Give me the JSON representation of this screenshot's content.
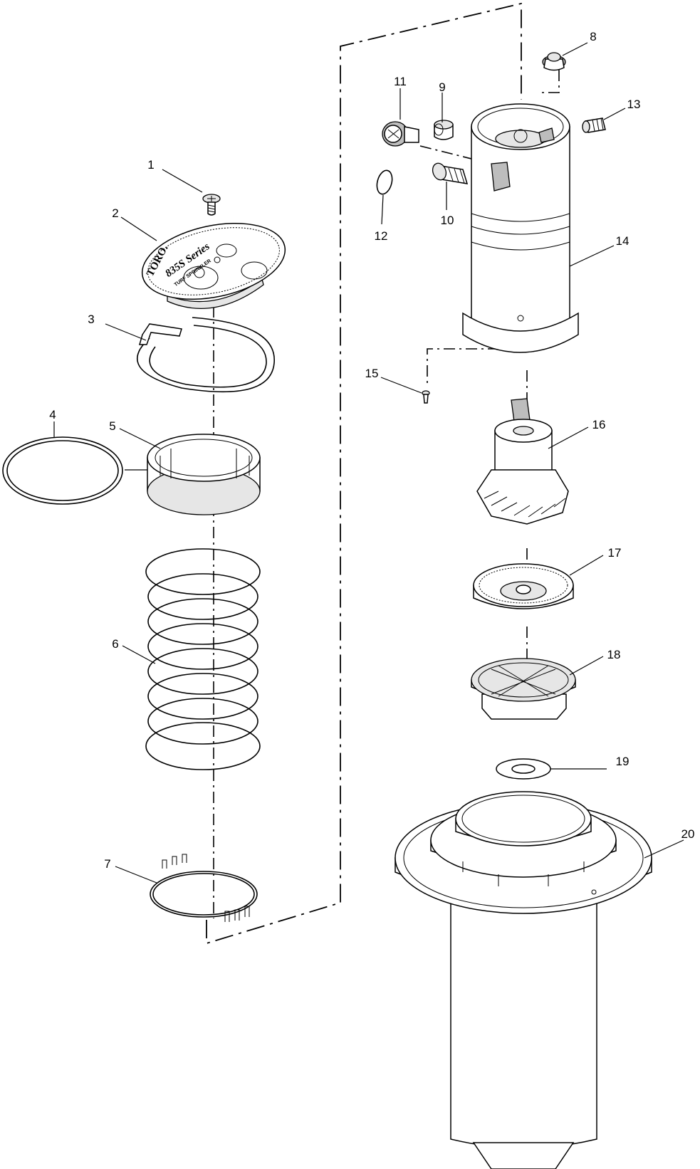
{
  "diagram": {
    "callouts": [
      {
        "id": "callout-1",
        "label": "1"
      },
      {
        "id": "callout-2",
        "label": "2"
      },
      {
        "id": "callout-3",
        "label": "3"
      },
      {
        "id": "callout-4",
        "label": "4"
      },
      {
        "id": "callout-5",
        "label": "5"
      },
      {
        "id": "callout-6",
        "label": "6"
      },
      {
        "id": "callout-7",
        "label": "7"
      },
      {
        "id": "callout-8",
        "label": "8"
      },
      {
        "id": "callout-9",
        "label": "9"
      },
      {
        "id": "callout-10",
        "label": "10"
      },
      {
        "id": "callout-11",
        "label": "11"
      },
      {
        "id": "callout-12",
        "label": "12"
      },
      {
        "id": "callout-13",
        "label": "13"
      },
      {
        "id": "callout-14",
        "label": "14"
      },
      {
        "id": "callout-15",
        "label": "15"
      },
      {
        "id": "callout-16",
        "label": "16"
      },
      {
        "id": "callout-17",
        "label": "17"
      },
      {
        "id": "callout-18",
        "label": "18"
      },
      {
        "id": "callout-19",
        "label": "19"
      },
      {
        "id": "callout-20",
        "label": "20"
      }
    ],
    "cap_text": {
      "brand": "TORO.",
      "series": "835S Series",
      "subtitle": "TURF SPRINKLER"
    }
  }
}
